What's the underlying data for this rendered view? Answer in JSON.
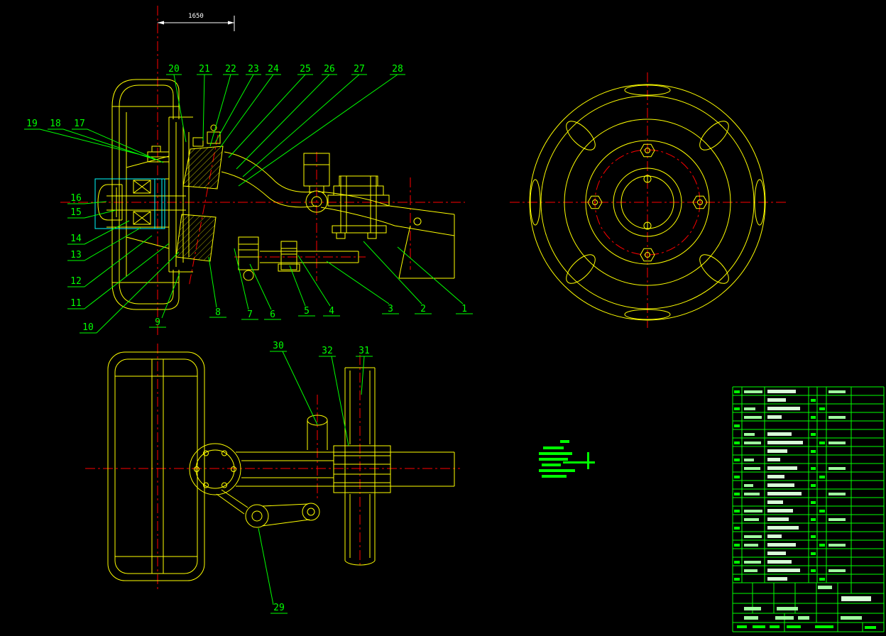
{
  "drawing": {
    "dimension_top": "1650"
  },
  "callouts": {
    "top": [
      "20",
      "21",
      "22",
      "23",
      "24",
      "25",
      "26",
      "27",
      "28"
    ],
    "upper_left": [
      "19",
      "18",
      "17"
    ],
    "left": [
      "16",
      "15",
      "14",
      "13",
      "12",
      "11",
      "10"
    ],
    "bottom": [
      "9",
      "8",
      "7",
      "6",
      "5",
      "4",
      "3",
      "2",
      "1"
    ],
    "lower": [
      "30",
      "32",
      "31",
      "29"
    ]
  },
  "colors": {
    "background": "#000000",
    "geometry": "#ffff00",
    "leaders": "#00ff00",
    "centerlines": "#ff0000",
    "highlight": "#00ffff",
    "dimension_text": "#ffffff"
  }
}
